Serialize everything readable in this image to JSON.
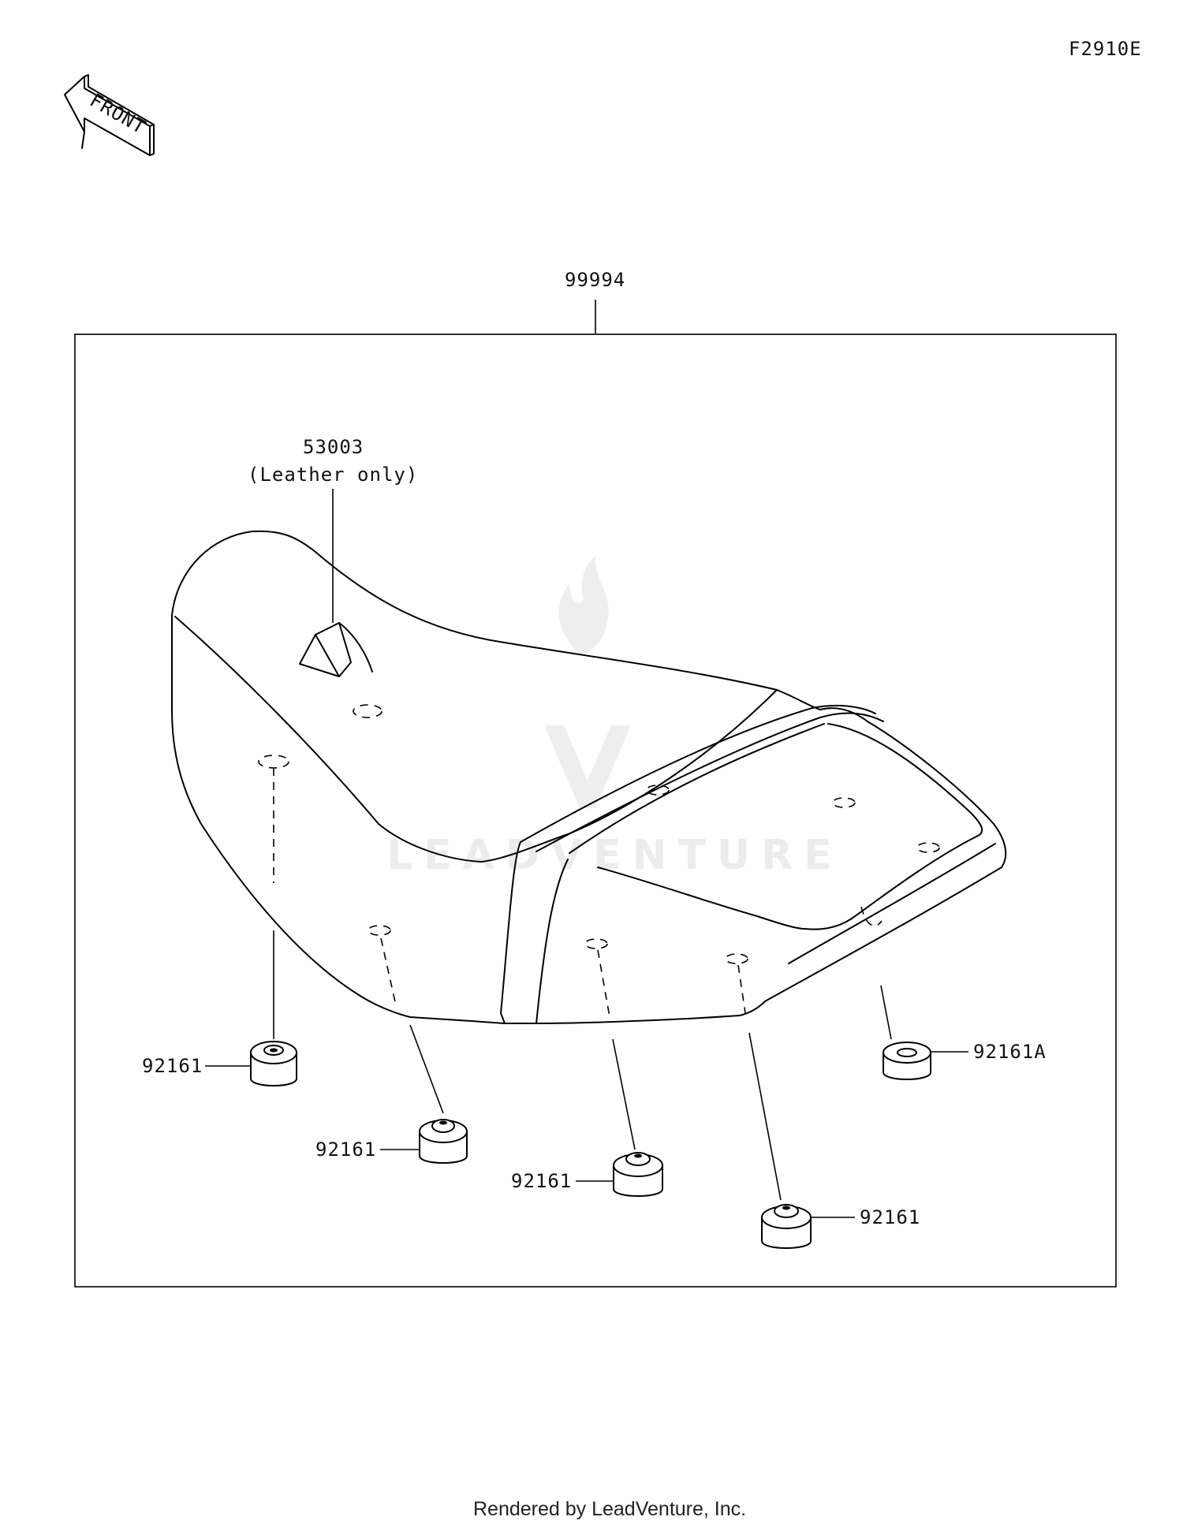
{
  "diagram": {
    "code": "F2910E",
    "front_label": "FRONT",
    "assembly_part": "99994",
    "parts": [
      {
        "number": "53003",
        "note": "(Leather only)"
      },
      {
        "number": "92161"
      },
      {
        "number": "92161"
      },
      {
        "number": "92161"
      },
      {
        "number": "92161"
      },
      {
        "number": "92161A"
      }
    ],
    "watermark": "LEADVENTURE"
  },
  "footer": "Rendered by LeadVenture, Inc."
}
